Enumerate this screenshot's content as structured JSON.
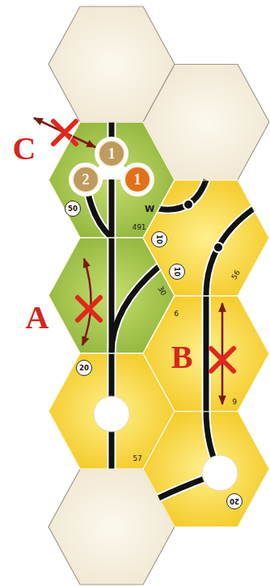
{
  "diagram": {
    "nodes": [
      {
        "text": [
          "W",
          "491"
        ]
      },
      {
        "text": [
          "1"
        ],
        "in": 0
      },
      {
        "text": [
          "2"
        ],
        "in": 0
      },
      {
        "text": [
          "1"
        ],
        "in": 0
      },
      {
        "text": [
          "50"
        ],
        "in": 0
      },
      {
        "text": [
          "56"
        ]
      },
      {
        "text": [
          "10"
        ],
        "in": 5
      },
      {
        "text": [
          "10"
        ],
        "in": 5
      },
      {
        "text": [
          "30"
        ]
      },
      {
        "text": [
          "6",
          "9"
        ]
      },
      {
        "text": [
          "57"
        ]
      },
      {
        "text": [
          "20"
        ],
        "in": 10
      },
      {
        "text": [
          "20"
        ]
      }
    ],
    "labels": [
      "C",
      "A",
      "B"
    ]
  }
}
